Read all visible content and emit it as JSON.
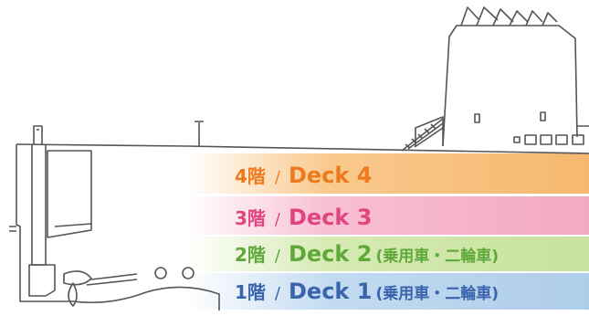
{
  "decks": [
    {
      "floor": "4階",
      "separator": "/",
      "name": "Deck 4",
      "note": "",
      "color": "#ee7a1e",
      "band_color": "#f9c98d"
    },
    {
      "floor": "3階",
      "separator": "/",
      "name": "Deck 3",
      "note": "",
      "color": "#e0457f",
      "band_color": "#f7b7cc"
    },
    {
      "floor": "2階",
      "separator": "/",
      "name": "Deck 2",
      "note": "(乗用車・二輪車)",
      "color": "#5fa83a",
      "band_color": "#cfe6a8"
    },
    {
      "floor": "1階",
      "separator": "/",
      "name": "Deck 1",
      "note": "(乗用車・二輪車)",
      "color": "#3a63ad",
      "band_color": "#b9d4ee"
    }
  ]
}
